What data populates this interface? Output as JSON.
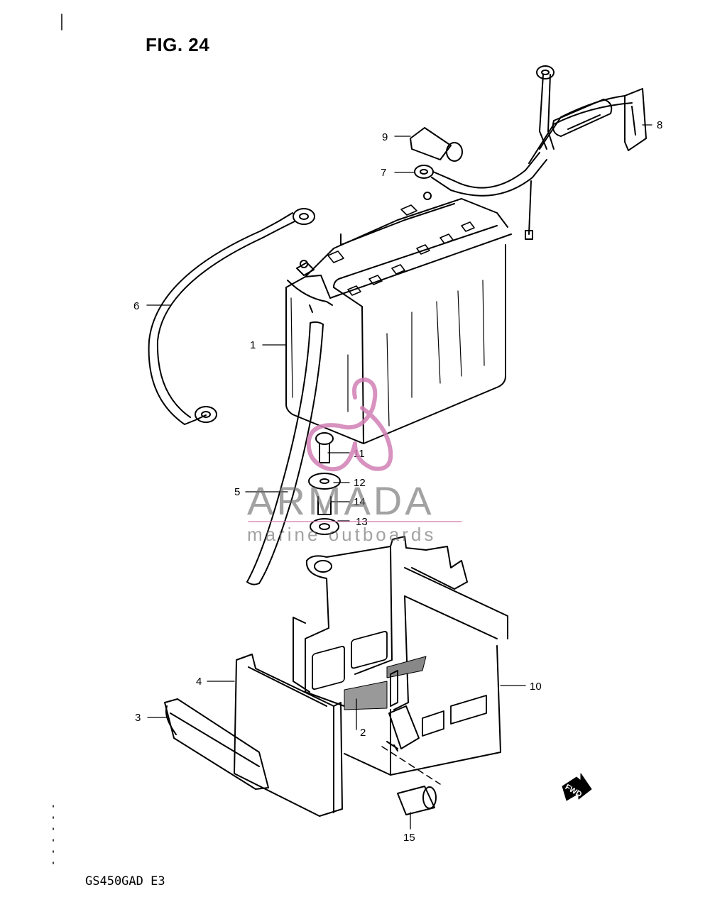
{
  "figure": {
    "title": "FIG. 24",
    "model_code": "GS450GAD E3",
    "direction_label": "FWD"
  },
  "callouts": [
    {
      "id": "1",
      "label": "1"
    },
    {
      "id": "2",
      "label": "2"
    },
    {
      "id": "3",
      "label": "3"
    },
    {
      "id": "4",
      "label": "4"
    },
    {
      "id": "5",
      "label": "5"
    },
    {
      "id": "6",
      "label": "6"
    },
    {
      "id": "7",
      "label": "7"
    },
    {
      "id": "8",
      "label": "8"
    },
    {
      "id": "9",
      "label": "9"
    },
    {
      "id": "10",
      "label": "10"
    },
    {
      "id": "11",
      "label": "11"
    },
    {
      "id": "12",
      "label": "12"
    },
    {
      "id": "13",
      "label": "13"
    },
    {
      "id": "14",
      "label": "14"
    },
    {
      "id": "15",
      "label": "15"
    }
  ],
  "watermark": {
    "brand": "ARMADA",
    "tagline": "marine outboards",
    "color": "#d27fb4"
  }
}
